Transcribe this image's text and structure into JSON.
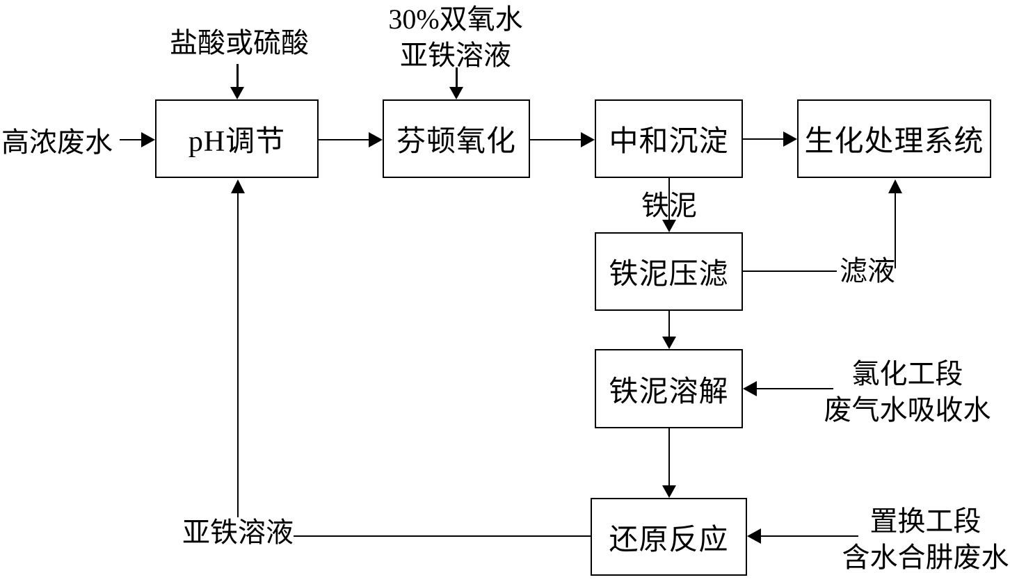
{
  "boxes": {
    "ph_adjustment": "pH调节",
    "fenton_oxidation": "芬顿氧化",
    "neutralization_precipitation": "中和沉淀",
    "biochemical_treatment": "生化处理系统",
    "iron_mud_press_filtration": "铁泥压滤",
    "iron_mud_dissolution": "铁泥溶解",
    "reduction_reaction": "还原反应"
  },
  "labels": {
    "high_concentration_wastewater": "高浓废水",
    "acid_input": "盐酸或硫酸",
    "peroxide_line1": "30%双氧水",
    "peroxide_line2": "亚铁溶液",
    "iron_mud": "铁泥",
    "filtrate": "滤液",
    "chlorination_line1": "氯化工段",
    "chlorination_line2": "废气水吸收水",
    "replacement_line1": "置换工段",
    "replacement_line2": "含水合肼废水",
    "ferrous_solution_return": "亚铁溶液"
  },
  "colors": {
    "line": "#000000",
    "background": "#ffffff",
    "box_fill": "#ffffff"
  },
  "edges": [
    {
      "from": "高浓废水",
      "to": "pH调节",
      "label": ""
    },
    {
      "from": "盐酸或硫酸",
      "to": "pH调节",
      "label": ""
    },
    {
      "from": "30%双氧水 亚铁溶液",
      "to": "芬顿氧化",
      "label": ""
    },
    {
      "from": "pH调节",
      "to": "芬顿氧化",
      "label": ""
    },
    {
      "from": "芬顿氧化",
      "to": "中和沉淀",
      "label": ""
    },
    {
      "from": "中和沉淀",
      "to": "生化处理系统",
      "label": ""
    },
    {
      "from": "中和沉淀",
      "to": "铁泥压滤",
      "label": "铁泥"
    },
    {
      "from": "铁泥压滤",
      "to": "生化处理系统",
      "label": "滤液"
    },
    {
      "from": "铁泥压滤",
      "to": "铁泥溶解",
      "label": ""
    },
    {
      "from": "氯化工段废气水吸收水",
      "to": "铁泥溶解",
      "label": ""
    },
    {
      "from": "铁泥溶解",
      "to": "还原反应",
      "label": ""
    },
    {
      "from": "置换工段含水合肼废水",
      "to": "还原反应",
      "label": ""
    },
    {
      "from": "还原反应",
      "to": "pH调节",
      "label": "亚铁溶液"
    }
  ]
}
